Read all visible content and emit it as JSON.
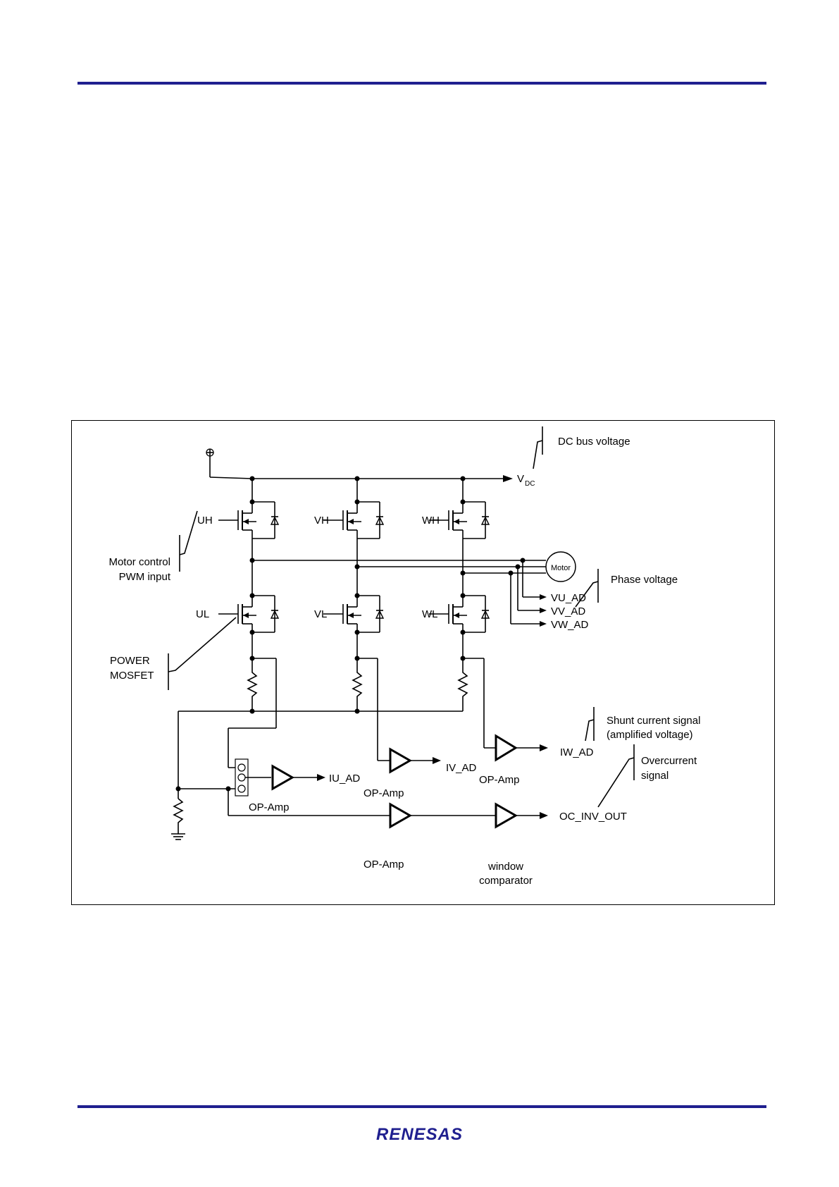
{
  "figure": {
    "labels": {
      "dc_bus_voltage": "DC bus voltage",
      "vdc_main": "V",
      "vdc_sub": "DC",
      "uh": "UH",
      "vh": "VH",
      "wh": "WH",
      "ul": "UL",
      "vl": "VL",
      "wl": "WL",
      "motor_control_line1": "Motor control",
      "motor_control_line2": "PWM input",
      "motor": "Motor",
      "phase_voltage": "Phase voltage",
      "vu_ad": "VU_AD",
      "vv_ad": "VV_AD",
      "vw_ad": "VW_AD",
      "power_line1": "POWER",
      "power_line2": "MOSFET",
      "shunt_line1": "Shunt current signal",
      "shunt_line2": "(amplified voltage)",
      "iw_ad": "IW_AD",
      "iv_ad": "IV_AD",
      "iu_ad": "IU_AD",
      "opamp_u": "OP-Amp",
      "opamp_v": "OP-Amp",
      "opamp_w": "OP-Amp",
      "opamp_oc": "OP-Amp",
      "overcurrent_line1": "Overcurrent",
      "overcurrent_line2": "signal",
      "oc_inv_out": "OC_INV_OUT",
      "window_line1": "window",
      "window_line2": "comparator"
    }
  },
  "footer": {
    "logo_text": "RENESAS",
    "brand_color": "#1f1f8f"
  }
}
